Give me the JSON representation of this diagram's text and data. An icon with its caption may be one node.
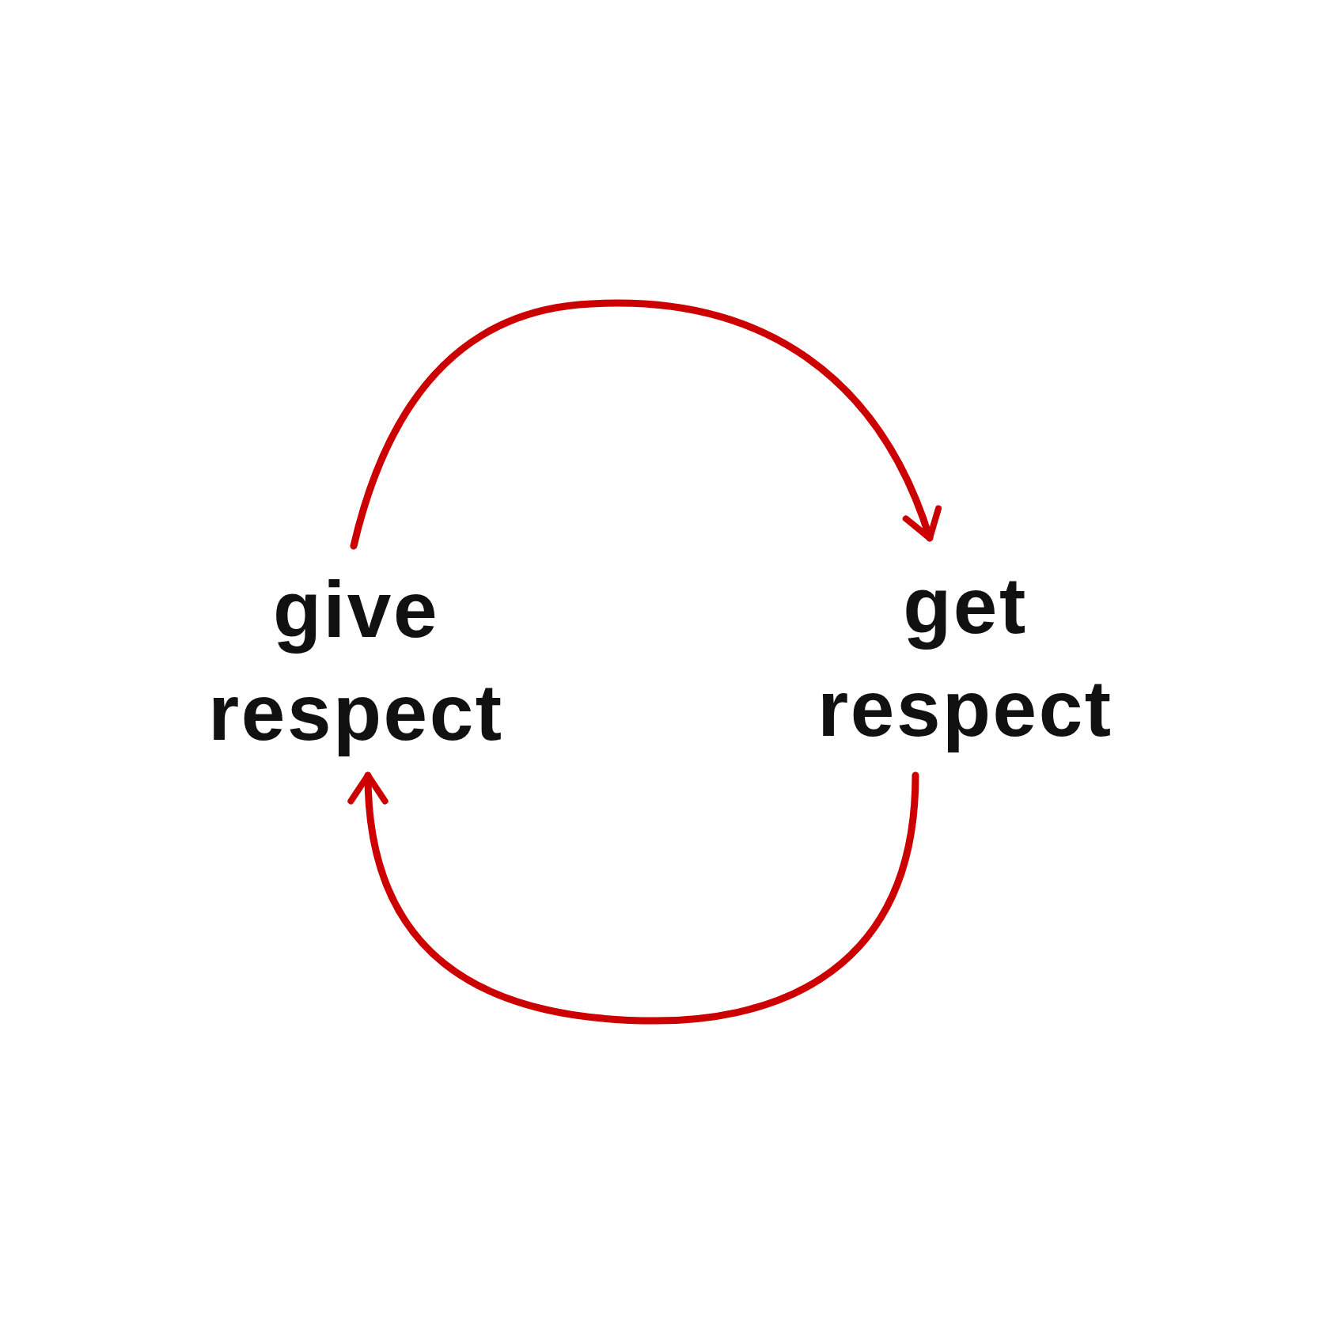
{
  "diagram": {
    "nodes": [
      {
        "text": [
          "give respect"
        ]
      },
      {
        "text": [
          "get respect"
        ]
      }
    ],
    "edges": [
      {
        "from": 0,
        "to": 1,
        "arrow": "to",
        "color": "#cc0000"
      },
      {
        "from": 1,
        "to": 0,
        "arrow": "to",
        "color": "#cc0000"
      }
    ]
  }
}
